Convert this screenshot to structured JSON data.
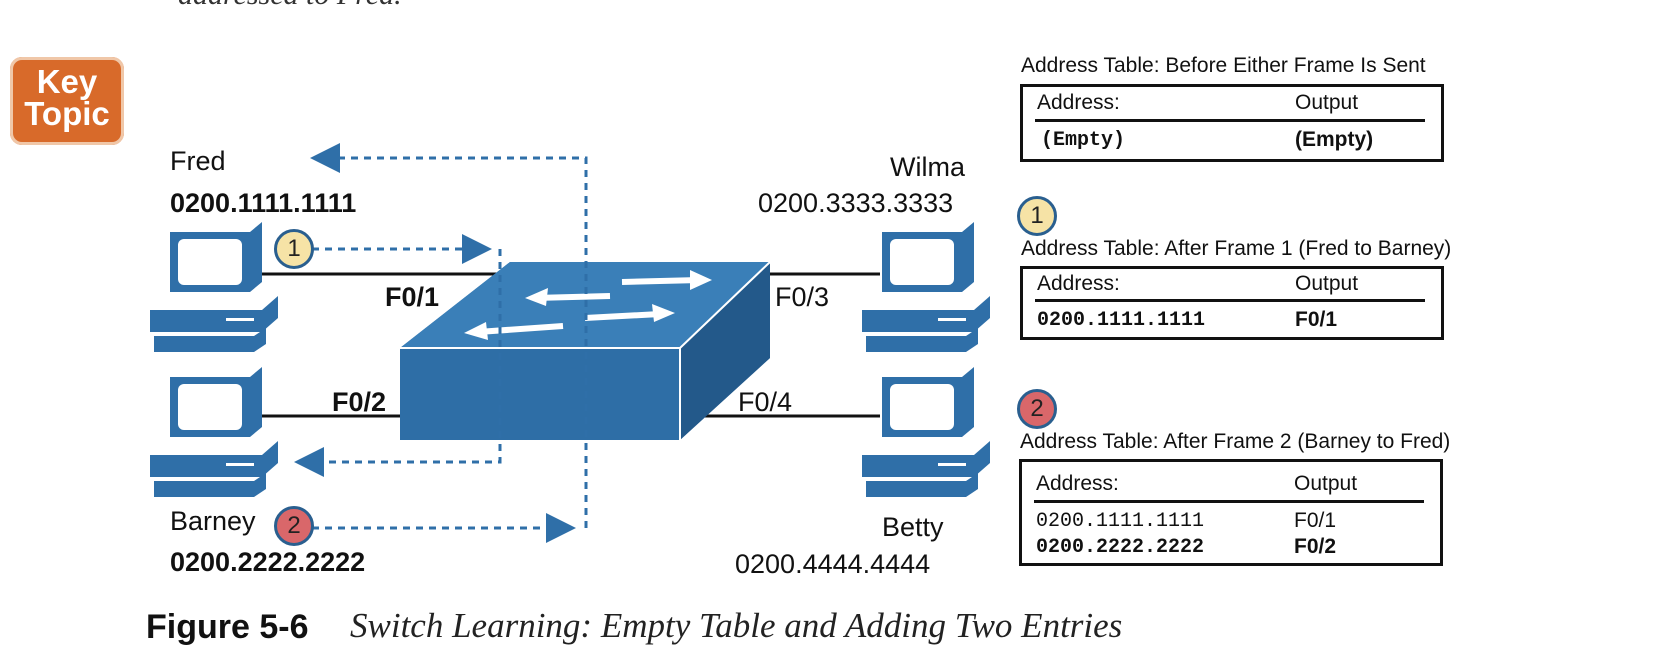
{
  "top_fragment": "addressed to Fred.",
  "key_topic": {
    "line1": "Key",
    "line2": "Topic"
  },
  "hosts": {
    "fred": {
      "name": "Fred",
      "mac": "0200.1111.1111"
    },
    "barney": {
      "name": "Barney",
      "mac": "0200.2222.2222"
    },
    "wilma": {
      "name": "Wilma",
      "mac": "0200.3333.3333"
    },
    "betty": {
      "name": "Betty",
      "mac": "0200.4444.4444"
    }
  },
  "ports": {
    "f01": "F0/1",
    "f02": "F0/2",
    "f03": "F0/3",
    "f04": "F0/4"
  },
  "markers": {
    "one": "1",
    "two": "2"
  },
  "tables": {
    "before": {
      "title": "Address Table:  Before Either Frame Is Sent",
      "col_address": "Address:",
      "col_output": "Output",
      "rows": [
        {
          "address": "(Empty)",
          "output": "(Empty)"
        }
      ]
    },
    "after1": {
      "title": "Address Table:  After Frame 1 (Fred to Barney)",
      "col_address": "Address:",
      "col_output": "Output",
      "rows": [
        {
          "address": "0200.1111.1111",
          "output": "F0/1"
        }
      ]
    },
    "after2": {
      "title": "Address Table:  After Frame 2 (Barney to Fred)",
      "col_address": "Address:",
      "col_output": "Output",
      "rows": [
        {
          "address": "0200.1111.1111",
          "output": "F0/1"
        },
        {
          "address": "0200.2222.2222",
          "output": "F0/2"
        }
      ]
    }
  },
  "caption": {
    "number": "Figure 5-6",
    "text": "Switch Learning: Empty Table and Adding Two Entries"
  },
  "colors": {
    "device_blue": "#2f6fa8",
    "circle_yellow": "#f6e3a6",
    "circle_red": "#d9676a",
    "key_orange": "#d86a2a"
  }
}
